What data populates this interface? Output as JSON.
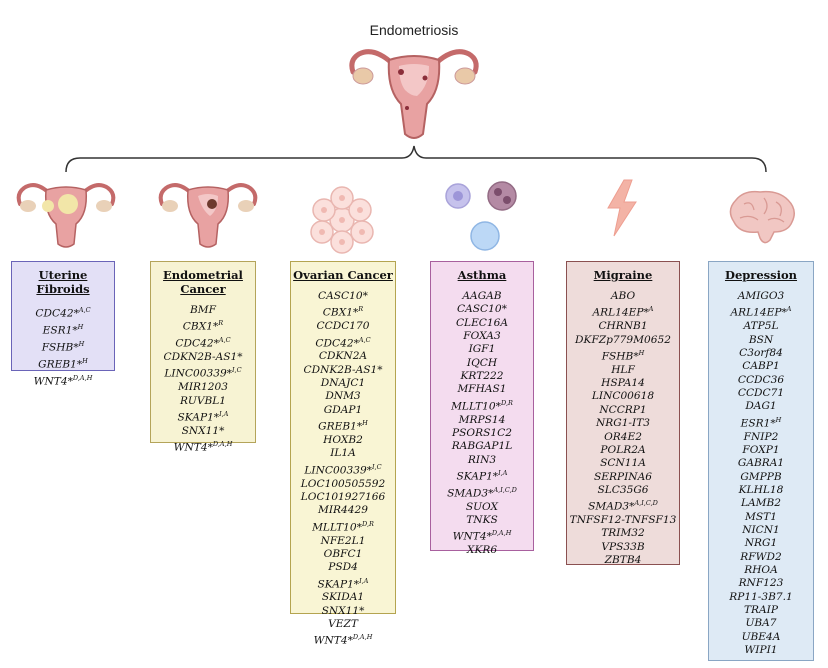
{
  "title": "Endometriosis",
  "icons": {
    "top": "uterus-icon",
    "uterine_fibroids": "uterus-fibroid-icon",
    "endometrial_cancer": "uterus-lesion-icon",
    "ovarian_cancer": "cell-cluster-icon",
    "asthma": "immune-cells-icon",
    "migraine": "lightning-icon",
    "depression": "brain-icon"
  },
  "diseases": [
    {
      "key": "uterine_fibroids",
      "label": "Uterine Fibroids",
      "color": "#e3e0f6",
      "border": "#6a64b8",
      "genes": [
        {
          "name": "CDC42*",
          "sup": "A,C"
        },
        {
          "name": "ESR1*",
          "sup": "H"
        },
        {
          "name": "FSHB*",
          "sup": "H"
        },
        {
          "name": "GREB1*",
          "sup": "H"
        },
        {
          "name": "WNT4*",
          "sup": "D,A,H"
        }
      ]
    },
    {
      "key": "endometrial_cancer",
      "label": "Endometrial Cancer",
      "color": "#f7f3d3",
      "border": "#b4a45a",
      "genes": [
        {
          "name": "BMF",
          "sup": ""
        },
        {
          "name": "CBX1*",
          "sup": "R"
        },
        {
          "name": "CDC42*",
          "sup": "A,C"
        },
        {
          "name": "CDKN2B-AS1*",
          "sup": ""
        },
        {
          "name": "LINC00339*",
          "sup": "I,C"
        },
        {
          "name": "MIR1203",
          "sup": ""
        },
        {
          "name": "RUVBL1",
          "sup": ""
        },
        {
          "name": "SKAP1*",
          "sup": "I,A"
        },
        {
          "name": "SNX11*",
          "sup": ""
        },
        {
          "name": "WNT4*",
          "sup": "D,A,H"
        }
      ]
    },
    {
      "key": "ovarian_cancer",
      "label": "Ovarian Cancer",
      "color": "#f9f5d4",
      "border": "#b4a450",
      "genes": [
        {
          "name": "CASC10*",
          "sup": ""
        },
        {
          "name": "CBX1*",
          "sup": "R"
        },
        {
          "name": "CCDC170",
          "sup": ""
        },
        {
          "name": "CDC42*",
          "sup": "A,C"
        },
        {
          "name": "CDKN2A",
          "sup": ""
        },
        {
          "name": "CDNK2B-AS1*",
          "sup": ""
        },
        {
          "name": "DNAJC1",
          "sup": ""
        },
        {
          "name": "DNM3",
          "sup": ""
        },
        {
          "name": "GDAP1",
          "sup": ""
        },
        {
          "name": "GREB1*",
          "sup": "H"
        },
        {
          "name": "HOXB2",
          "sup": ""
        },
        {
          "name": "IL1A",
          "sup": ""
        },
        {
          "name": "LINC00339*",
          "sup": "I,C"
        },
        {
          "name": "LOC100505592",
          "sup": ""
        },
        {
          "name": "LOC101927166",
          "sup": ""
        },
        {
          "name": "MIR4429",
          "sup": ""
        },
        {
          "name": "MLLT10*",
          "sup": "D,R"
        },
        {
          "name": "NFE2L1",
          "sup": ""
        },
        {
          "name": "OBFC1",
          "sup": ""
        },
        {
          "name": "PSD4",
          "sup": ""
        },
        {
          "name": "SKAP1*",
          "sup": "I,A"
        },
        {
          "name": "SKIDA1",
          "sup": ""
        },
        {
          "name": "SNX11*",
          "sup": ""
        },
        {
          "name": "VEZT",
          "sup": ""
        },
        {
          "name": "WNT4*",
          "sup": "D,A,H"
        }
      ]
    },
    {
      "key": "asthma",
      "label": "Asthma",
      "color": "#f4dcef",
      "border": "#a8609e",
      "genes": [
        {
          "name": "AAGAB",
          "sup": ""
        },
        {
          "name": "CASC10*",
          "sup": ""
        },
        {
          "name": "CLEC16A",
          "sup": ""
        },
        {
          "name": "FOXA3",
          "sup": ""
        },
        {
          "name": "IGF1",
          "sup": ""
        },
        {
          "name": "IQCH",
          "sup": ""
        },
        {
          "name": "KRT222",
          "sup": ""
        },
        {
          "name": "MFHAS1",
          "sup": ""
        },
        {
          "name": "MLLT10*",
          "sup": "D,R"
        },
        {
          "name": "MRPS14",
          "sup": ""
        },
        {
          "name": "PSORS1C2",
          "sup": ""
        },
        {
          "name": "RABGAP1L",
          "sup": ""
        },
        {
          "name": "RIN3",
          "sup": ""
        },
        {
          "name": "SKAP1*",
          "sup": "I,A"
        },
        {
          "name": "SMAD3*",
          "sup": "A,I,C,D"
        },
        {
          "name": "SUOX",
          "sup": ""
        },
        {
          "name": "TNKS",
          "sup": ""
        },
        {
          "name": "WNT4*",
          "sup": "D,A,H"
        },
        {
          "name": "XKR6",
          "sup": ""
        }
      ]
    },
    {
      "key": "migraine",
      "label": "Migraine",
      "color": "#eedcda",
      "border": "#8a5050",
      "genes": [
        {
          "name": "ABO",
          "sup": ""
        },
        {
          "name": "ARL14EP*",
          "sup": "A"
        },
        {
          "name": "CHRNB1",
          "sup": ""
        },
        {
          "name": "DKFZp779M0652",
          "sup": ""
        },
        {
          "name": "FSHB*",
          "sup": "H"
        },
        {
          "name": "HLF",
          "sup": ""
        },
        {
          "name": "HSPA14",
          "sup": ""
        },
        {
          "name": "LINC00618",
          "sup": ""
        },
        {
          "name": "NCCRP1",
          "sup": ""
        },
        {
          "name": "NRG1-IT3",
          "sup": ""
        },
        {
          "name": "OR4E2",
          "sup": ""
        },
        {
          "name": "POLR2A",
          "sup": ""
        },
        {
          "name": "SCN11A",
          "sup": ""
        },
        {
          "name": "SERPINA6",
          "sup": ""
        },
        {
          "name": "SLC35G6",
          "sup": ""
        },
        {
          "name": "SMAD3*",
          "sup": "A,I,C,D"
        },
        {
          "name": "TNFSF12-TNFSF13",
          "sup": ""
        },
        {
          "name": "TRIM32",
          "sup": ""
        },
        {
          "name": "VPS33B",
          "sup": ""
        },
        {
          "name": "ZBTB4",
          "sup": ""
        }
      ]
    },
    {
      "key": "depression",
      "label": "Depression",
      "color": "#deeaf5",
      "border": "#8aa6c4",
      "genes": [
        {
          "name": "AMIGO3",
          "sup": ""
        },
        {
          "name": "ARL14EP*",
          "sup": "A"
        },
        {
          "name": "ATP5L",
          "sup": ""
        },
        {
          "name": "BSN",
          "sup": ""
        },
        {
          "name": "C3orf84",
          "sup": ""
        },
        {
          "name": "CABP1",
          "sup": ""
        },
        {
          "name": "CCDC36",
          "sup": ""
        },
        {
          "name": "CCDC71",
          "sup": ""
        },
        {
          "name": "DAG1",
          "sup": ""
        },
        {
          "name": "ESR1*",
          "sup": "H"
        },
        {
          "name": "FNIP2",
          "sup": ""
        },
        {
          "name": "FOXP1",
          "sup": ""
        },
        {
          "name": "GABRA1",
          "sup": ""
        },
        {
          "name": "GMPPB",
          "sup": ""
        },
        {
          "name": "KLHL18",
          "sup": ""
        },
        {
          "name": "LAMB2",
          "sup": ""
        },
        {
          "name": "MST1",
          "sup": ""
        },
        {
          "name": "NICN1",
          "sup": ""
        },
        {
          "name": "NRG1",
          "sup": ""
        },
        {
          "name": "RFWD2",
          "sup": ""
        },
        {
          "name": "RHOA",
          "sup": ""
        },
        {
          "name": "RNF123",
          "sup": ""
        },
        {
          "name": "RP11-3B7.1",
          "sup": ""
        },
        {
          "name": "TRAIP",
          "sup": ""
        },
        {
          "name": "UBA7",
          "sup": ""
        },
        {
          "name": "UBE4A",
          "sup": ""
        },
        {
          "name": "WIPI1",
          "sup": ""
        }
      ]
    }
  ]
}
